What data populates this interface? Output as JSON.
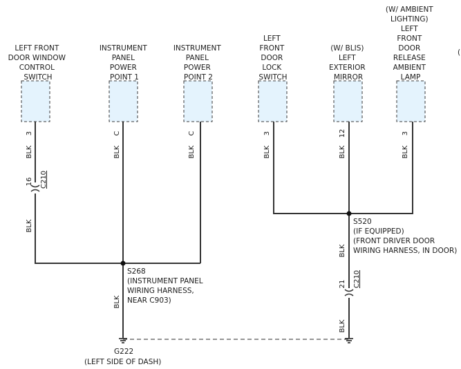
{
  "components": [
    {
      "label": [
        "LEFT FRONT",
        "DOOR WINDOW",
        "CONTROL",
        "SWITCH"
      ],
      "pin": "3",
      "wire": "BLK"
    },
    {
      "label": [
        "INSTRUMENT",
        "PANEL",
        "POWER",
        "POINT 1"
      ],
      "pin": "C",
      "wire": "BLK"
    },
    {
      "label": [
        "INSTRUMENT",
        "PANEL",
        "POWER",
        "POINT 2"
      ],
      "pin": "C",
      "wire": "BLK"
    },
    {
      "label": [
        "LEFT",
        "FRONT",
        "DOOR",
        "LOCK",
        "SWITCH"
      ],
      "pin": "3",
      "wire": "BLK"
    },
    {
      "label": [
        "(W/ BLIS)",
        "LEFT",
        "EXTERIOR",
        "MIRROR"
      ],
      "pin": "12",
      "wire": "BLK"
    },
    {
      "label": [
        "(W/ AMBIENT",
        "LIGHTING)",
        "LEFT",
        "FRONT",
        "DOOR",
        "RELEASE",
        "AMBIENT",
        "LAMP"
      ],
      "pin": "3",
      "wire": "BLK"
    }
  ],
  "connectors": [
    {
      "pin": "16",
      "name": "C210"
    },
    {
      "pin": "21",
      "name": "C210"
    }
  ],
  "splices": [
    {
      "name": "S268",
      "desc": [
        "(INSTRUMENT PANEL",
        "WIRING HARNESS,",
        "NEAR C903)"
      ]
    },
    {
      "name": "S520",
      "desc": [
        "(IF EQUIPPED)",
        "(FRONT DRIVER DOOR",
        "WIRING HARNESS, IN DOOR)"
      ]
    }
  ],
  "wire_labels": [
    "BLK",
    "BLK",
    "BLK",
    "BLK"
  ],
  "ground": {
    "name": "G222",
    "desc": "(LEFT SIDE OF DASH)"
  },
  "edge_mark": "(",
  "colors": {
    "wire": "#333333",
    "component_fill": "#e4f3fd"
  }
}
